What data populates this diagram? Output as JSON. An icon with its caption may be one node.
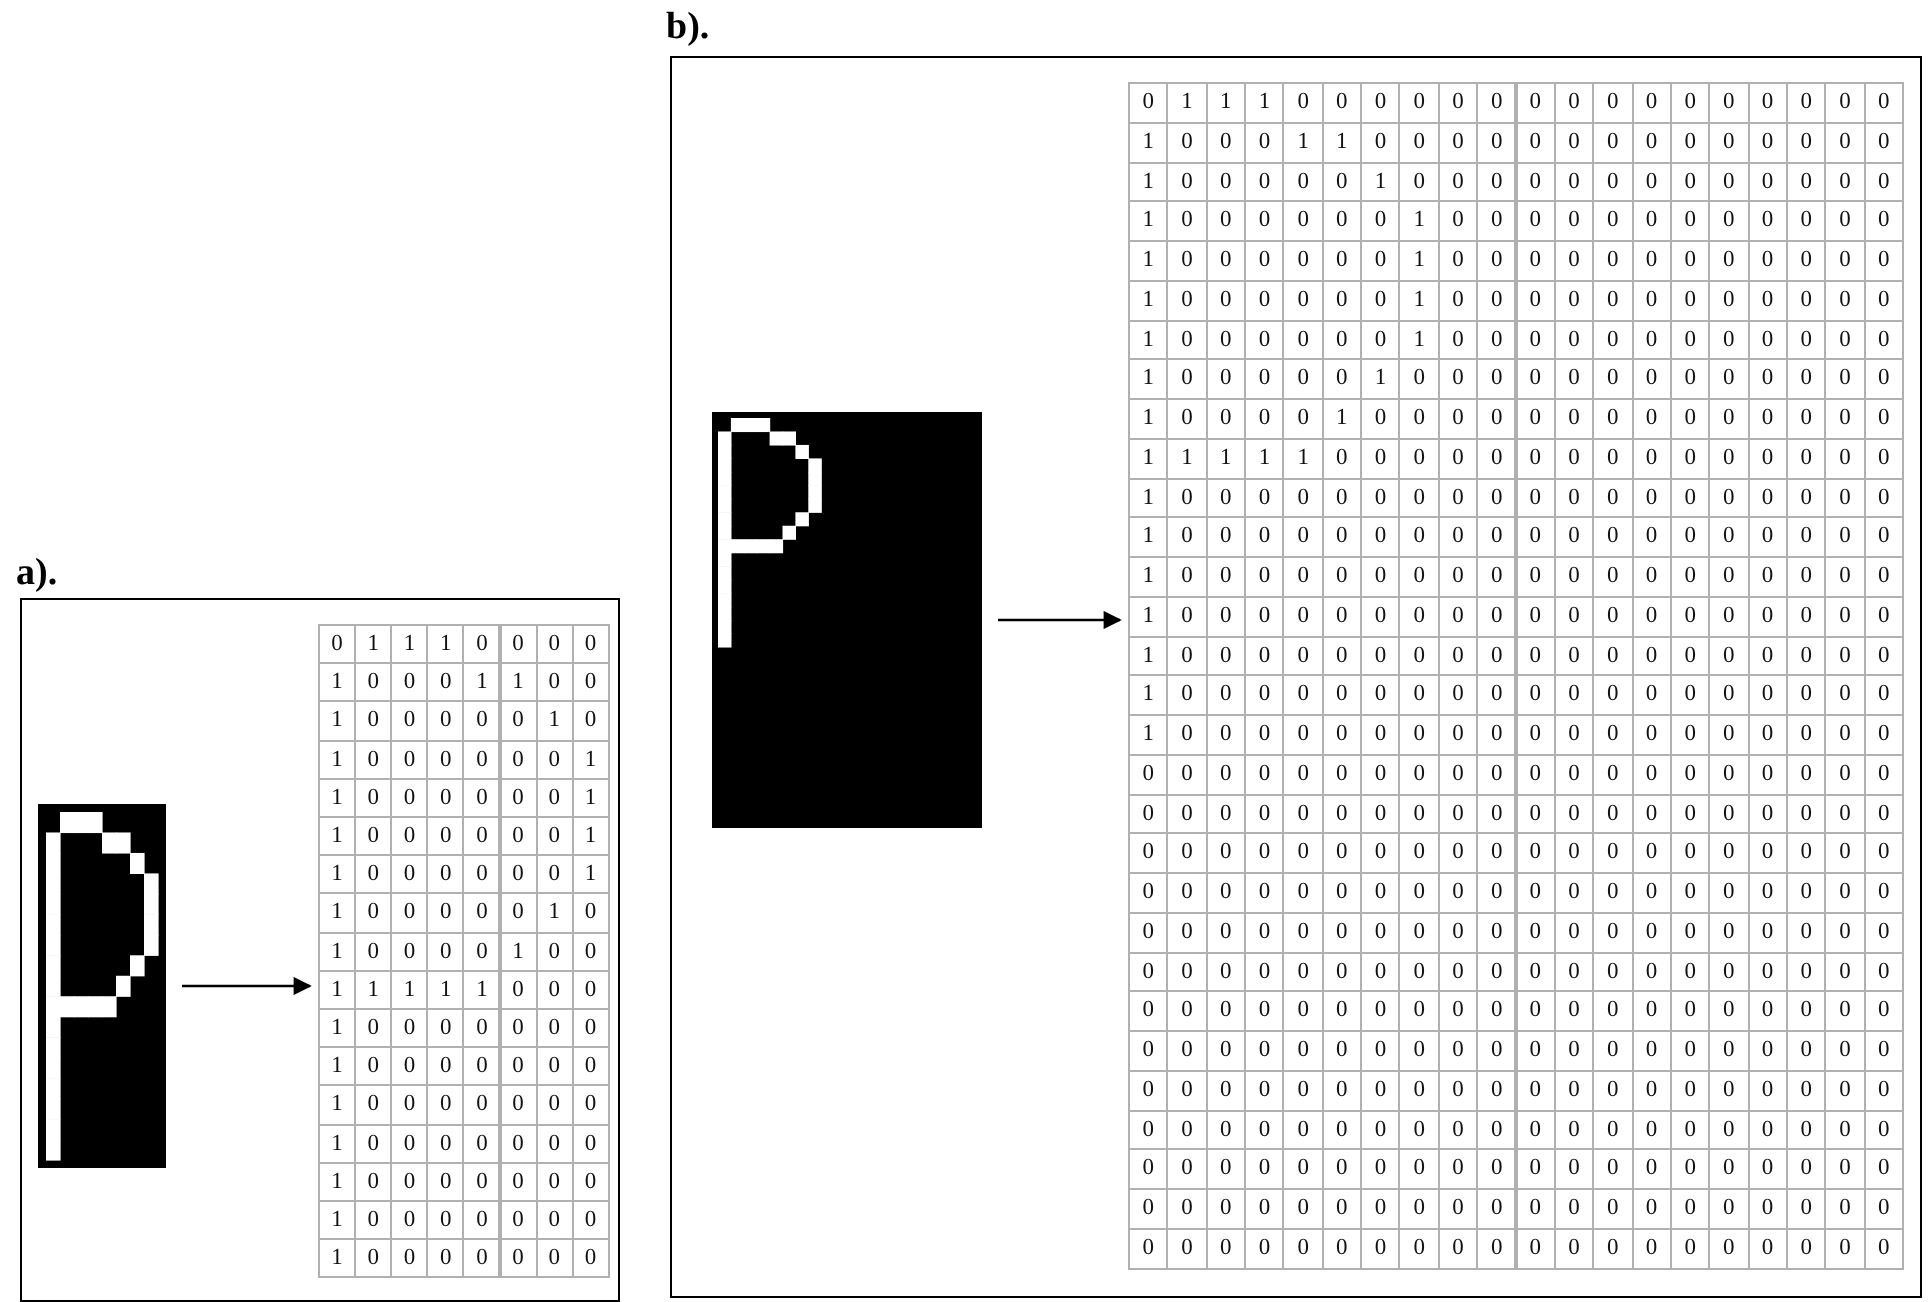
{
  "diagram": {
    "nodes": [
      {
        "text": [
          "a)."
        ]
      },
      {
        "text": [],
        "shape": "picture",
        "in": 0
      },
      {
        "text": [],
        "shape": "grid",
        "in": 0
      },
      {
        "text": [
          "b)."
        ]
      },
      {
        "text": [],
        "shape": "picture",
        "in": 3
      },
      {
        "text": [],
        "shape": "grid",
        "in": 3
      }
    ],
    "edges": [
      {
        "from": 1,
        "to": 2,
        "arrow": "to"
      },
      {
        "from": 4,
        "to": 5,
        "arrow": "to"
      }
    ],
    "labels": [
      "0",
      "1",
      "1",
      "1",
      "0",
      "0",
      "0",
      "0",
      "1",
      "0",
      "0",
      "0",
      "1",
      "1",
      "0",
      "0",
      "1",
      "0",
      "0",
      "0",
      "0",
      "0",
      "1",
      "0",
      "1",
      "0",
      "0",
      "0",
      "0",
      "0",
      "0",
      "1",
      "1",
      "0",
      "0",
      "0",
      "0",
      "0",
      "0",
      "1",
      "1",
      "0",
      "0",
      "0",
      "0",
      "0",
      "0",
      "1",
      "1",
      "0",
      "0",
      "0",
      "0",
      "0",
      "0",
      "1",
      "1",
      "0",
      "0",
      "0",
      "0",
      "0",
      "1",
      "0",
      "1",
      "0",
      "0",
      "0",
      "0",
      "1",
      "0",
      "0",
      "1",
      "1",
      "1",
      "1",
      "1",
      "0",
      "0",
      "0",
      "1",
      "0",
      "0",
      "0",
      "0",
      "0",
      "0",
      "0",
      "1",
      "0",
      "0",
      "0",
      "0",
      "0",
      "0",
      "0",
      "1",
      "0",
      "0",
      "0",
      "0",
      "0",
      "0",
      "0",
      "1",
      "0",
      "0",
      "0",
      "0",
      "0",
      "0",
      "0",
      "1",
      "0",
      "0",
      "0",
      "0",
      "0",
      "0",
      "0",
      "1",
      "0",
      "0",
      "0",
      "0",
      "0",
      "0",
      "0",
      "1",
      "0",
      "0",
      "0",
      "0",
      "0",
      "0",
      "0",
      "0",
      "1",
      "1",
      "1",
      "0",
      "0",
      "0",
      "0",
      "0",
      "0",
      "0",
      "0",
      "0",
      "0",
      "0",
      "0",
      "0",
      "0",
      "0",
      "0",
      "1",
      "0",
      "0",
      "0",
      "1",
      "1",
      "0",
      "0",
      "0",
      "0",
      "0",
      "0",
      "0",
      "0",
      "0",
      "0",
      "0",
      "0",
      "0",
      "0",
      "1",
      "0",
      "0",
      "0",
      "0",
      "0",
      "1",
      "0",
      "0",
      "0",
      "0",
      "0",
      "0",
      "0",
      "0",
      "0",
      "0",
      "0",
      "0",
      "0",
      "1",
      "0",
      "0",
      "0",
      "0",
      "0",
      "0",
      "1",
      "0",
      "0",
      "0",
      "0",
      "0",
      "0",
      "0",
      "0",
      "0",
      "0",
      "0",
      "0",
      "1",
      "0",
      "0",
      "0",
      "0",
      "0",
      "0",
      "1",
      "0",
      "0",
      "0",
      "0",
      "0",
      "0",
      "0",
      "0",
      "0",
      "0",
      "0",
      "0",
      "1",
      "0",
      "0",
      "0",
      "0",
      "0",
      "0",
      "1",
      "0",
      "0",
      "0",
      "0",
      "0",
      "0",
      "0",
      "0",
      "0",
      "0",
      "0",
      "0",
      "1",
      "0",
      "0",
      "0",
      "0",
      "0",
      "0",
      "1",
      "0",
      "0",
      "0",
      "0",
      "0",
      "0",
      "0",
      "0",
      "0",
      "0",
      "0",
      "0",
      "1",
      "0",
      "0",
      "0",
      "0",
      "0",
      "1",
      "0",
      "0",
      "0",
      "0",
      "0",
      "0",
      "0",
      "0",
      "0",
      "0",
      "0",
      "0",
      "0",
      "1",
      "0",
      "0",
      "0",
      "0",
      "1",
      "0",
      "0",
      "0",
      "0",
      "0",
      "0",
      "0",
      "0",
      "0",
      "0",
      "0",
      "0",
      "0",
      "0",
      "1",
      "1",
      "1",
      "1",
      "1",
      "0",
      "0",
      "0",
      "0",
      "0",
      "0",
      "0",
      "0",
      "0",
      "0",
      "0",
      "0",
      "0",
      "0",
      "0",
      "1",
      "0",
      "0",
      "0",
      "0",
      "0",
      "0",
      "0",
      "0",
      "0",
      "0",
      "0",
      "0",
      "0",
      "0",
      "0",
      "0",
      "0",
      "0",
      "0",
      "1",
      "0",
      "0",
      "0",
      "0",
      "0",
      "0",
      "0",
      "0",
      "0",
      "0",
      "0",
      "0",
      "0",
      "0",
      "0",
      "0",
      "0",
      "0",
      "0",
      "1",
      "0",
      "0",
      "0",
      "0",
      "0",
      "0",
      "0",
      "0",
      "0",
      "0",
      "0",
      "0",
      "0",
      "0",
      "0",
      "0",
      "0",
      "0",
      "0",
      "1",
      "0",
      "0",
      "0",
      "0",
      "0",
      "0",
      "0",
      "0",
      "0",
      "0",
      "0",
      "0",
      "0",
      "0",
      "0",
      "0",
      "0",
      "0",
      "0",
      "1",
      "0",
      "0",
      "0",
      "0",
      "0",
      "0",
      "0",
      "0",
      "0",
      "0",
      "0",
      "0",
      "0",
      "0",
      "0",
      "0",
      "0",
      "0",
      "0",
      "1",
      "0",
      "0",
      "0",
      "0",
      "0",
      "0",
      "0",
      "0",
      "0",
      "0",
      "0",
      "0",
      "0",
      "0",
      "0",
      "0",
      "0",
      "0",
      "0",
      "1",
      "0",
      "0",
      "0",
      "0",
      "0",
      "0",
      "0",
      "0",
      "0",
      "0",
      "0",
      "0",
      "0",
      "0",
      "0",
      "0",
      "0",
      "0",
      "0",
      "0",
      "0",
      "0",
      "0",
      "0",
      "0",
      "0",
      "0",
      "0",
      "0",
      "0",
      "0",
      "0",
      "0",
      "0",
      "0",
      "0",
      "0",
      "0",
      "0",
      "0",
      "0",
      "0",
      "0",
      "0",
      "0",
      "0",
      "0",
      "0",
      "0",
      "0",
      "0",
      "0",
      "0",
      "0",
      "0",
      "0",
      "0",
      "0",
      "0",
      "0",
      "0",
      "0",
      "0",
      "0",
      "0",
      "0",
      "0",
      "0",
      "0",
      "0",
      "0",
      "0",
      "0",
      "0",
      "0",
      "0",
      "0",
      "0",
      "0",
      "0",
      "0",
      "0",
      "0",
      "0",
      "0",
      "0",
      "0",
      "0",
      "0",
      "0",
      "0",
      "0",
      "0",
      "0",
      "0",
      "0",
      "0",
      "0",
      "0",
      "0",
      "0",
      "0",
      "0",
      "0",
      "0",
      "0",
      "0",
      "0",
      "0",
      "0",
      "0",
      "0",
      "0",
      "0",
      "0",
      "0",
      "0",
      "0",
      "0",
      "0",
      "0",
      "0",
      "0",
      "0",
      "0",
      "0",
      "0",
      "0",
      "0",
      "0",
      "0",
      "0",
      "0",
      "0",
      "0",
      "0",
      "0",
      "0",
      "0",
      "0",
      "0",
      "0",
      "0",
      "0",
      "0",
      "0",
      "0",
      "0",
      "0",
      "0",
      "0",
      "0",
      "0",
      "0",
      "0",
      "0",
      "0",
      "0",
      "0",
      "0",
      "0",
      "0",
      "0",
      "0",
      "0",
      "0",
      "0",
      "0",
      "0",
      "0",
      "0",
      "0",
      "0",
      "0",
      "0",
      "0",
      "0",
      "0",
      "0",
      "0",
      "0",
      "0",
      "0",
      "0",
      "0",
      "0",
      "0",
      "0",
      "0",
      "0",
      "0",
      "0",
      "0",
      "0",
      "0",
      "0",
      "0",
      "0",
      "0",
      "0",
      "0",
      "0",
      "0",
      "0",
      "0",
      "0",
      "0",
      "0",
      "0",
      "0",
      "0",
      "0",
      "0",
      "0",
      "0",
      "0",
      "0",
      "0",
      "0",
      "0",
      "0",
      "0",
      "0",
      "0",
      "0",
      "0",
      "0",
      "0",
      "0",
      "0",
      "0",
      "0",
      "0",
      "0",
      "0",
      "0",
      "0",
      "0",
      "0",
      "0",
      "0",
      "0",
      "0",
      "0",
      "0",
      "0",
      "0",
      "0",
      "0",
      "0",
      "0",
      "0",
      "0",
      "0",
      "0",
      "0",
      "0",
      "0",
      "0",
      "0",
      "0",
      "0",
      "0",
      "0",
      "0",
      "0",
      "0",
      "0",
      "0",
      "0",
      "0",
      "0",
      "0",
      "0",
      "0",
      "0",
      "0",
      "0",
      "0"
    ]
  }
}
